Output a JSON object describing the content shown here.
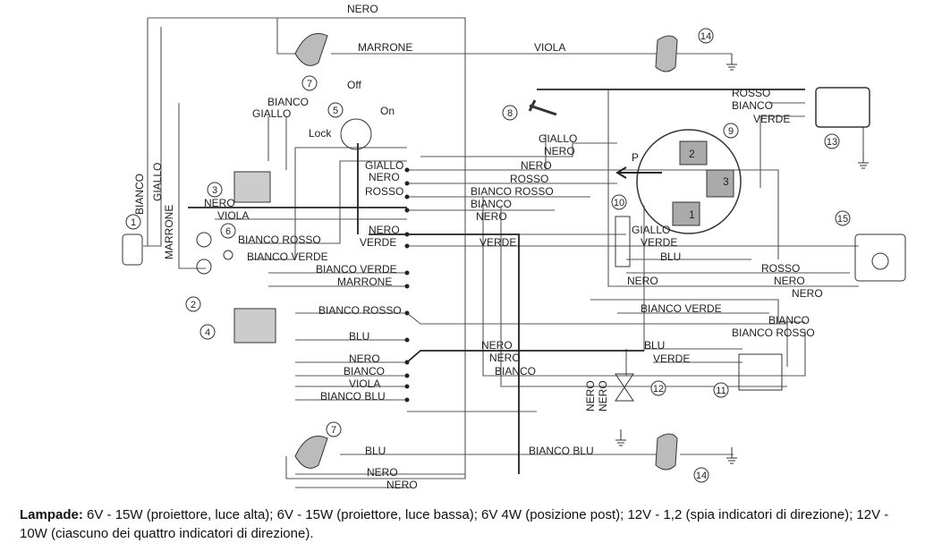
{
  "labels": [
    "NERO",
    "MARRONE",
    "VIOLA",
    "BIANCO",
    "GIALLO",
    "Off",
    "On",
    "Lock",
    "ROSSO",
    "BIANCO",
    "VERDE",
    "GIALLO",
    "NERO",
    "NERO",
    "ROSSO",
    "BIANCO ROSSO",
    "BIANCO",
    "NERO",
    "VERDE",
    "GIALLO",
    "NERO",
    "ROSSO",
    "NERO",
    "VERDE",
    "NERO",
    "VIOLA",
    "BIANCO ROSSO",
    "BIANCO VERDE",
    "BIANCO VERDE",
    "MARRONE",
    "BIANCO ROSSO",
    "BLU",
    "NERO",
    "BIANCO",
    "VIOLA",
    "BIANCO BLU",
    "NERO",
    "NERO",
    "BIANCO",
    "GIALLO",
    "VERDE",
    "BLU",
    "ROSSO",
    "NERO",
    "NERO",
    "NERO",
    "BIANCO VERDE",
    "BIANCO",
    "BIANCO ROSSO",
    "BLU",
    "VERDE",
    "BLU",
    "BIANCO BLU",
    "NERO",
    "NERO",
    "P",
    "2",
    "3",
    "1"
  ],
  "vertical_labels": [
    "BIANCO",
    "GIALLO",
    "MARRONE",
    "NERO",
    "NERO"
  ],
  "component_numbers": [
    "1",
    "2",
    "3",
    "4",
    "5",
    "6",
    "7",
    "7",
    "8",
    "9",
    "10",
    "11",
    "12",
    "13",
    "14",
    "14",
    "15"
  ],
  "caption": {
    "bold": "Lampade:",
    "text": " 6V - 15W (proiettore, luce alta); 6V - 15W (proiettore, luce bassa); 6V 4W (posizione post); 12V - 1,2 (spia indicatori di direzione); 12V - 10W (ciascuno dei quattro indicatori di direzione)."
  }
}
